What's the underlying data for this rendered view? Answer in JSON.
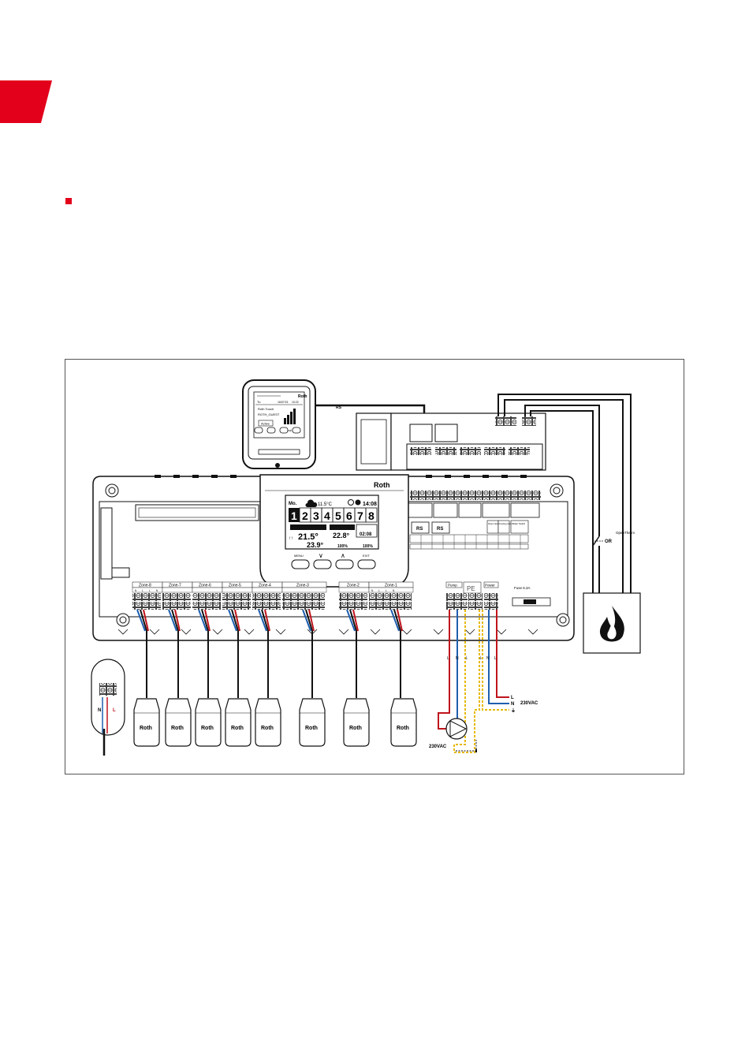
{
  "colors": {
    "brand_red": "#e3001b",
    "wire_red": "#c0141c",
    "wire_blue": "#1f5fb0",
    "wire_yellow": "#e6b800"
  },
  "room_unit": {
    "brand": "Roth",
    "row1": "Tu",
    "row1_mid": "16/07/21",
    "row1_right": "10:22",
    "row2": "Roth Touch",
    "row3": "ROTH_GUEST",
    "button": "Active",
    "status": "Signal"
  },
  "bus_label": "RS",
  "controller": {
    "brand": "Roth",
    "display": {
      "day": "Mo.",
      "outdoor_temp": "11.5°C",
      "time": "14:08",
      "zones": [
        "1",
        "2",
        "3",
        "4",
        "5",
        "6",
        "7",
        "8"
      ],
      "actual_temp": "21.5°",
      "setpoint": "23.9°",
      "second_temp": "22.8°",
      "timer": "02:08",
      "valve": "100%",
      "battery": "100%"
    },
    "buttons": [
      "MENU",
      "∨",
      "∧",
      "EXIT"
    ],
    "zone_labels": [
      "Zone-8",
      "Zone-7",
      "Zone-6",
      "Zone-5",
      "Zone-4",
      "Zone-3",
      "Zone-2",
      "Zone-1"
    ],
    "term_letters": [
      "N",
      "L",
      "L",
      "N"
    ],
    "section_labels": {
      "pump": "Pump",
      "pe": "PE",
      "power": "Power",
      "fuse": "Fuse 6.3A"
    },
    "rs_labels": [
      "RS",
      "RS"
    ],
    "boiler_labels": [
      "Open Heat",
      "Cooling Input",
      "Boiler Switch"
    ]
  },
  "wiring": {
    "pump_terminals": [
      "L",
      "N",
      "⏚"
    ],
    "power_terminals": [
      "⏚",
      "N",
      "L"
    ],
    "pump_label": "230VAC",
    "mains": {
      "L": "L",
      "N": "N",
      "PE": "⏚",
      "voltage": "230VAC"
    },
    "boiler_options": [
      "OR",
      "OpenTherm"
    ],
    "plug_terminals": {
      "N": "N",
      "L": "L"
    }
  },
  "actuators": {
    "brand": "Roth",
    "count": 8
  }
}
